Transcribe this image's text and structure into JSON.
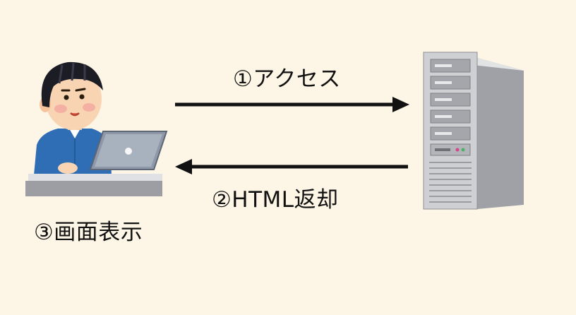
{
  "steps": {
    "access": "①アクセス",
    "return_html": "②HTML返却",
    "display": "③画面表示"
  },
  "icons": {
    "user": "person-at-laptop-icon",
    "server": "server-tower-icon"
  },
  "colors": {
    "background": "#fdf5e6",
    "arrow": "#111111",
    "shirt": "#2f6db5",
    "server_body": "#c9cacc"
  }
}
